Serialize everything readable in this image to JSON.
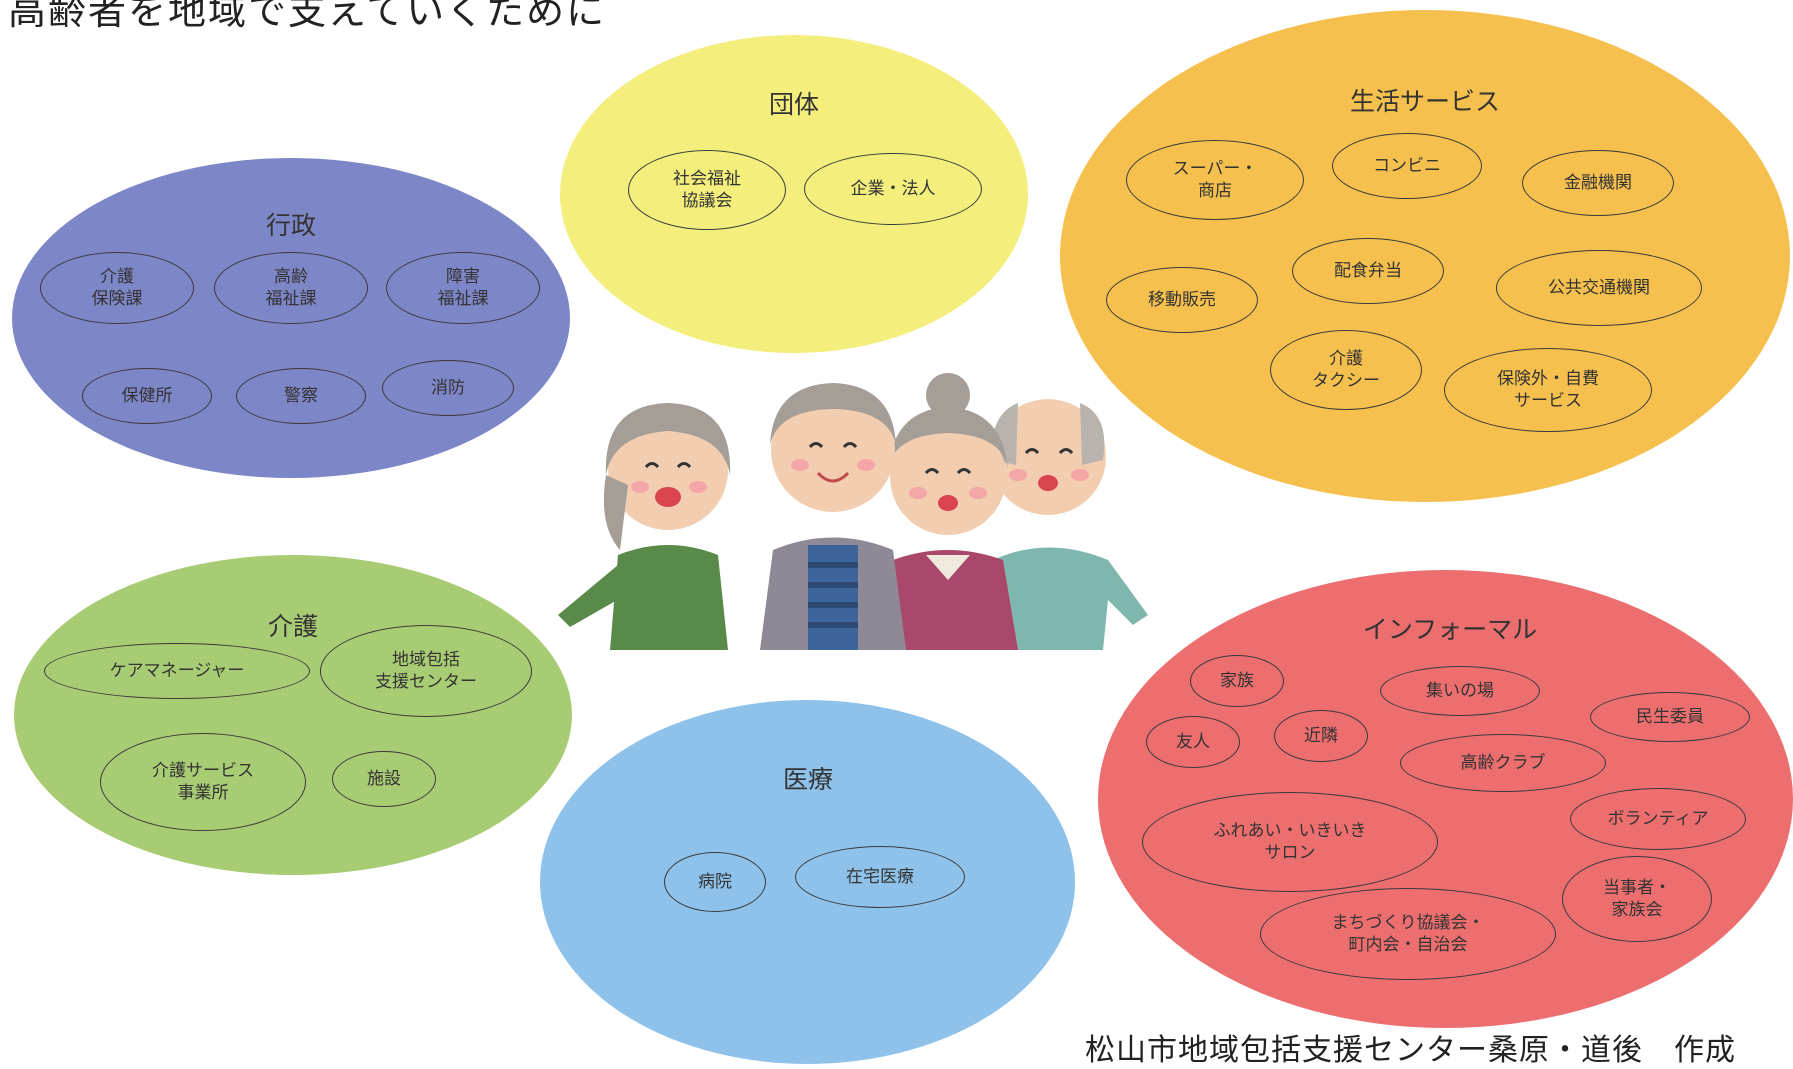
{
  "title": "高齢者を地域で支えていくために",
  "credit": "松山市地域包括支援センター桑原・道後　作成",
  "groups": {
    "gyousei": {
      "label": "行政",
      "color": "#7d86c7",
      "items": [
        "介護\n保険課",
        "高齢\n福祉課",
        "障害\n福祉課",
        "保健所",
        "警察",
        "消防"
      ]
    },
    "dantai": {
      "label": "団体",
      "color": "#f4ee7d",
      "items": [
        "社会福祉\n協議会",
        "企業・法人"
      ]
    },
    "seikatsu": {
      "label": "生活サービス",
      "color": "#f5c04d",
      "items": [
        "スーパー・\n商店",
        "コンビニ",
        "金融機関",
        "配食弁当",
        "移動販売",
        "公共交通機関",
        "介護\nタクシー",
        "保険外・自費\nサービス"
      ]
    },
    "kaigo": {
      "label": "介護",
      "color": "#a8cc73",
      "items": [
        "ケアマネージャー",
        "地域包括\n支援センター",
        "介護サービス\n事業所",
        "施設"
      ]
    },
    "iryou": {
      "label": "医療",
      "color": "#8ec2ea",
      "items": [
        "病院",
        "在宅医療"
      ]
    },
    "informal": {
      "label": "インフォーマル",
      "color": "#ec6e6e",
      "items": [
        "家族",
        "集いの場",
        "民生委員",
        "友人",
        "近隣",
        "高齢クラブ",
        "ふれあい・いきいき\nサロン",
        "ボランティア",
        "当事者・\n家族会",
        "まちづくり協議会・\n町内会・自治会"
      ]
    }
  }
}
